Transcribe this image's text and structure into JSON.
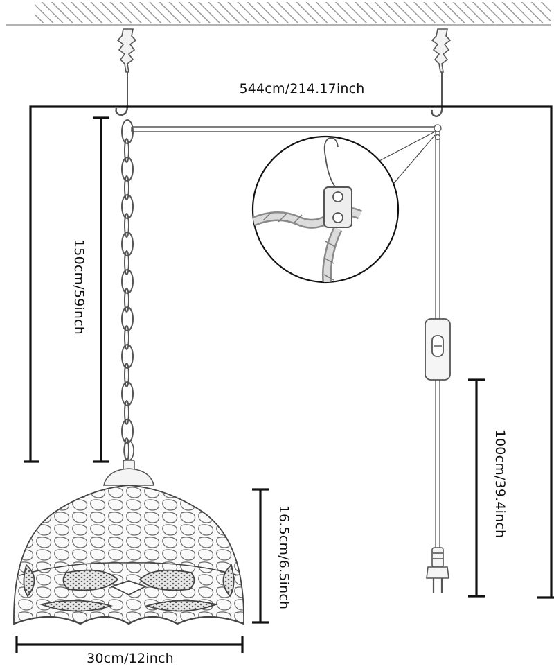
{
  "diagram": {
    "labels": {
      "span_width": "544cm/214.17inch",
      "chain_length": "150cm/59inch",
      "shade_height": "16.5cm/6.5inch",
      "shade_width": "30cm/12inch",
      "cord_to_plug": "100cm/39.4inch"
    },
    "parts": [
      "ceiling",
      "swag-hook-left",
      "swag-hook-right",
      "chain",
      "cord",
      "inline-switch",
      "plug",
      "lamp-shade",
      "detail-callout"
    ],
    "colors": {
      "line": "#111111",
      "sketch": "#555555",
      "ceiling_hatch": "#9a9a9a"
    }
  }
}
